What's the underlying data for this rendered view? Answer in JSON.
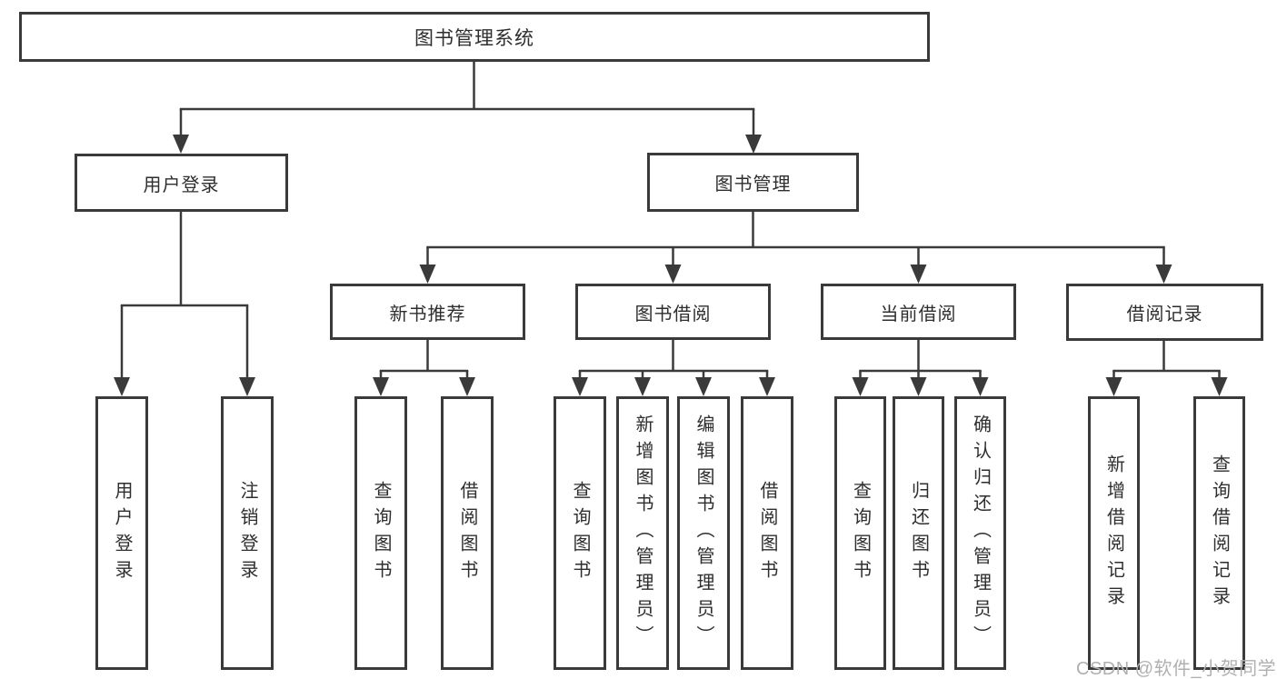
{
  "diagram": {
    "root": {
      "label": "图书管理系统"
    },
    "branches": {
      "user": {
        "label": "用户登录",
        "children": [
          {
            "label": "用户登录"
          },
          {
            "label": "注销登录"
          }
        ]
      },
      "books": {
        "label": "图书管理",
        "sections": [
          {
            "label": "新书推荐",
            "children": [
              {
                "label": "查询图书"
              },
              {
                "label": "借阅图书"
              }
            ]
          },
          {
            "label": "图书借阅",
            "children": [
              {
                "label": "查询图书"
              },
              {
                "label": "新增图书（管理员）"
              },
              {
                "label": "编辑图书（管理员）"
              },
              {
                "label": "借阅图书"
              }
            ]
          },
          {
            "label": "当前借阅",
            "children": [
              {
                "label": "查询图书"
              },
              {
                "label": "归还图书"
              },
              {
                "label": "确认归还（管理员）"
              }
            ]
          },
          {
            "label": "借阅记录",
            "children": [
              {
                "label": "新增借阅记录"
              },
              {
                "label": "查询借阅记录"
              }
            ]
          }
        ]
      }
    },
    "colors": {
      "line": "#3a3a3a",
      "text": "#2e2e2e",
      "background": "#ffffff",
      "watermark": "#b0b0b0"
    }
  },
  "watermark": {
    "text": "CSDN @软件_小贺同学"
  }
}
